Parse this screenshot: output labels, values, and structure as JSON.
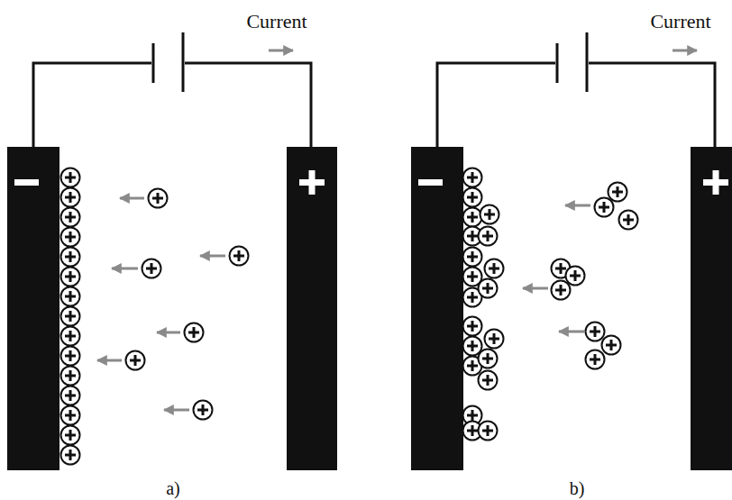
{
  "diagram": {
    "labels": [
      "Current",
      "Current",
      "a)",
      "b)"
    ]
  }
}
